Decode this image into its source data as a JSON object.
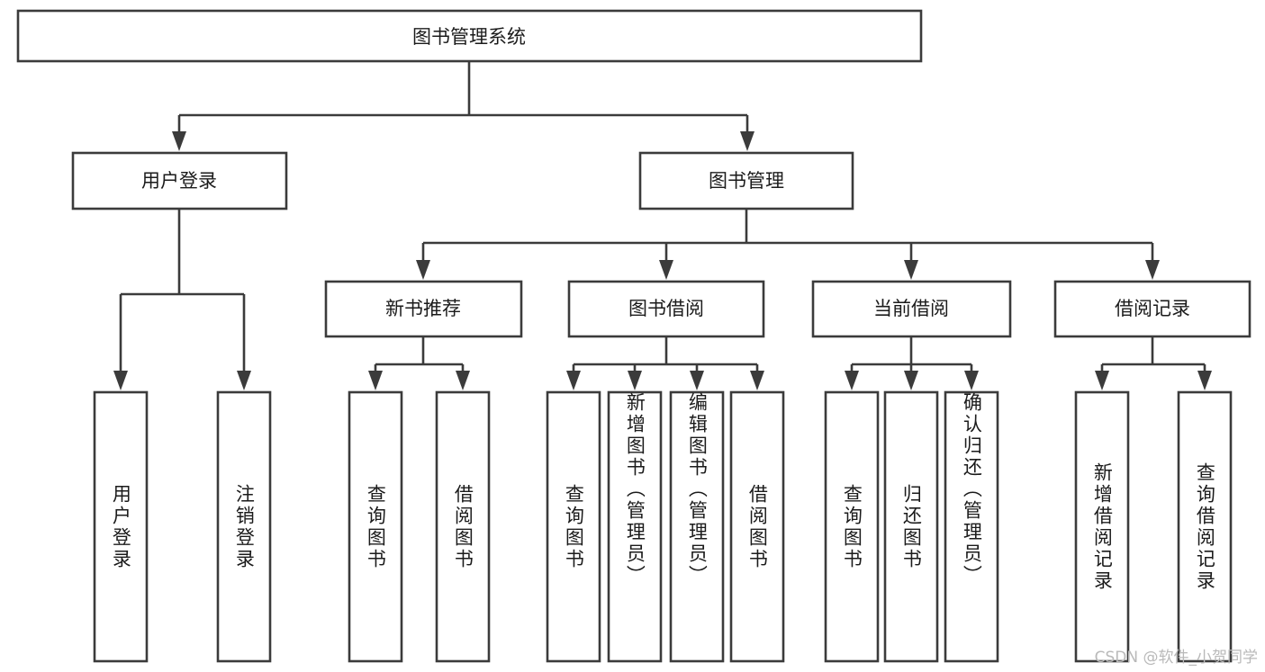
{
  "diagram": {
    "type": "tree",
    "title": "图书管理系统",
    "watermark": "CSDN @软件_小贺同学",
    "colors": {
      "stroke": "#3b3b3b",
      "fill": "#ffffff",
      "text": "#1b1b1b",
      "watermark": "#b9b9b9"
    },
    "root": {
      "label": "图书管理系统"
    },
    "level2": [
      {
        "label": "用户登录"
      },
      {
        "label": "图书管理"
      }
    ],
    "level3": [
      {
        "label": "新书推荐"
      },
      {
        "label": "图书借阅"
      },
      {
        "label": "当前借阅"
      },
      {
        "label": "借阅记录"
      }
    ],
    "leaves": {
      "user_login": [
        {
          "label": "用户登录"
        },
        {
          "label": "注销登录"
        }
      ],
      "new_book_recommend": [
        {
          "label": "查询图书"
        },
        {
          "label": "借阅图书"
        }
      ],
      "book_borrow": [
        {
          "label": "查询图书"
        },
        {
          "label": "新增图书（管理员）"
        },
        {
          "label": "编辑图书（管理员）"
        },
        {
          "label": "借阅图书"
        }
      ],
      "current_borrow": [
        {
          "label": "查询图书"
        },
        {
          "label": "归还图书"
        },
        {
          "label": "确认归还（管理员）"
        }
      ],
      "borrow_record": [
        {
          "label": "新增借阅记录"
        },
        {
          "label": "查询借阅记录"
        }
      ]
    }
  }
}
